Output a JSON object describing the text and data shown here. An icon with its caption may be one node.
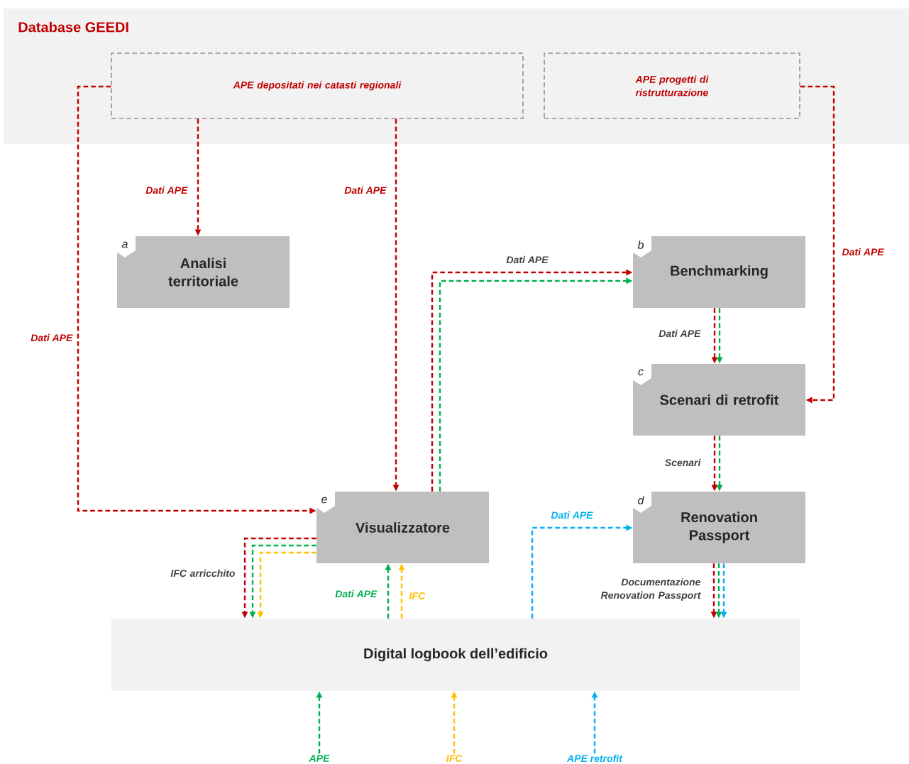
{
  "diagram": {
    "nodes": [
      {
        "text": [
          "Database GEEDI"
        ]
      },
      {
        "text": [
          "APE depositati nei catasti regionali"
        ],
        "in": 0
      },
      {
        "text": [
          "APE progetti di ristrutturazione"
        ],
        "in": 0
      },
      {
        "text": [
          "a",
          "Analisi territoriale"
        ]
      },
      {
        "text": [
          "b",
          "Benchmarking"
        ]
      },
      {
        "text": [
          "c",
          "Scenari di retrofit"
        ]
      },
      {
        "text": [
          "d",
          "Renovation Passport"
        ]
      },
      {
        "text": [
          "e",
          "Visualizzatore"
        ]
      },
      {
        "text": [
          "Digital logbook dell’edificio"
        ]
      },
      {
        "text": [
          "APE"
        ]
      },
      {
        "text": [
          "IFC"
        ]
      },
      {
        "text": [
          "APE retrofit"
        ]
      }
    ],
    "edges": [
      {
        "from": 1,
        "to": 3,
        "arrow": "to",
        "style": "dashed",
        "label": "Dati APE"
      },
      {
        "from": 1,
        "to": 7,
        "arrow": "to",
        "style": "dashed",
        "label": "Dati APE"
      },
      {
        "from": 1,
        "to": 7,
        "arrow": "to",
        "style": "dashed",
        "label": "Dati APE"
      },
      {
        "from": 2,
        "to": 5,
        "arrow": "to",
        "style": "dashed",
        "label": "Dati APE"
      },
      {
        "from": 7,
        "to": 4,
        "arrow": "to",
        "style": "dashed",
        "label": "Dati APE"
      },
      {
        "from": 7,
        "to": 4,
        "arrow": "to",
        "style": "dashed",
        "color": "#00b050"
      },
      {
        "from": 4,
        "to": 5,
        "arrow": "to",
        "style": "dashed",
        "label": "Dati APE"
      },
      {
        "from": 4,
        "to": 5,
        "arrow": "to",
        "style": "dashed",
        "color": "#00b050"
      },
      {
        "from": 5,
        "to": 6,
        "arrow": "to",
        "style": "dashed",
        "label": "Scenari"
      },
      {
        "from": 5,
        "to": 6,
        "arrow": "to",
        "style": "dashed",
        "color": "#00b050"
      },
      {
        "from": 7,
        "to": 8,
        "arrow": "to",
        "style": "dashed",
        "label": "IFC arricchito"
      },
      {
        "from": 7,
        "to": 8,
        "arrow": "to",
        "style": "dashed",
        "color": "#00b050"
      },
      {
        "from": 7,
        "to": 8,
        "arrow": "to",
        "style": "dashed",
        "color": "#ffc000"
      },
      {
        "from": 8,
        "to": 7,
        "arrow": "to",
        "style": "dashed",
        "color": "#00b050",
        "label": "Dati APE"
      },
      {
        "from": 8,
        "to": 7,
        "arrow": "to",
        "style": "dashed",
        "color": "#ffc000",
        "label": "IFC"
      },
      {
        "from": 8,
        "to": 6,
        "arrow": "to",
        "style": "dashed",
        "color": "#00b0f0",
        "label": "Dati APE"
      },
      {
        "from": 6,
        "to": 8,
        "arrow": "to",
        "style": "dashed",
        "label": "Documentazione Renovation Passport"
      },
      {
        "from": 6,
        "to": 8,
        "arrow": "to",
        "style": "dashed",
        "color": "#00b050"
      },
      {
        "from": 6,
        "to": 8,
        "arrow": "to",
        "style": "dashed",
        "color": "#00b0f0"
      },
      {
        "from": 9,
        "to": 8,
        "arrow": "to",
        "style": "dashed",
        "color": "#00b050"
      },
      {
        "from": 10,
        "to": 8,
        "arrow": "to",
        "style": "dashed",
        "color": "#ffc000"
      },
      {
        "from": 11,
        "to": 8,
        "arrow": "to",
        "style": "dashed",
        "color": "#00b0f0"
      }
    ]
  }
}
